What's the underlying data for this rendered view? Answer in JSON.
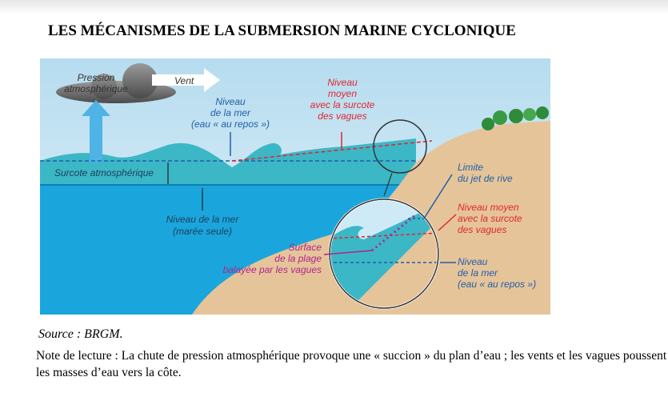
{
  "title": "LES MÉCANISMES DE LA SUBMERSION MARINE CYCLONIQUE",
  "diagram": {
    "pression": [
      "Pression",
      "atmosphérique"
    ],
    "vent": "Vent",
    "niveau_repos": [
      "Niveau",
      "de la mer",
      "(eau « au repos »)"
    ],
    "niveau_moyen": [
      "Niveau",
      "moyen",
      "avec la surcote",
      "des vagues"
    ],
    "surcote": "Surcote atmosphérique",
    "maree": [
      "Niveau de la mer",
      "(marée seule)"
    ],
    "surface": [
      "Surface",
      "de la plage",
      "balayée par les vagues"
    ],
    "limite": [
      "Limite",
      "du jet de rive"
    ],
    "niveau_moyen2": [
      "Niveau moyen",
      "avec la surcote",
      "des vagues"
    ],
    "niveau_repos2": [
      "Niveau",
      "de la mer",
      "(eau « au repos »)"
    ],
    "colors": {
      "blue": "#1f5fa8",
      "red": "#e0262f",
      "magenta": "#b0248c",
      "sea": "#1aa6dc",
      "sand": "#e6c49a"
    }
  },
  "source": "Source : BRGM.",
  "note": "Note de lecture : La chute de pression atmosphérique provoque une « succion » du plan d’eau ; les vents et les vagues poussent les masses d’eau vers la côte."
}
